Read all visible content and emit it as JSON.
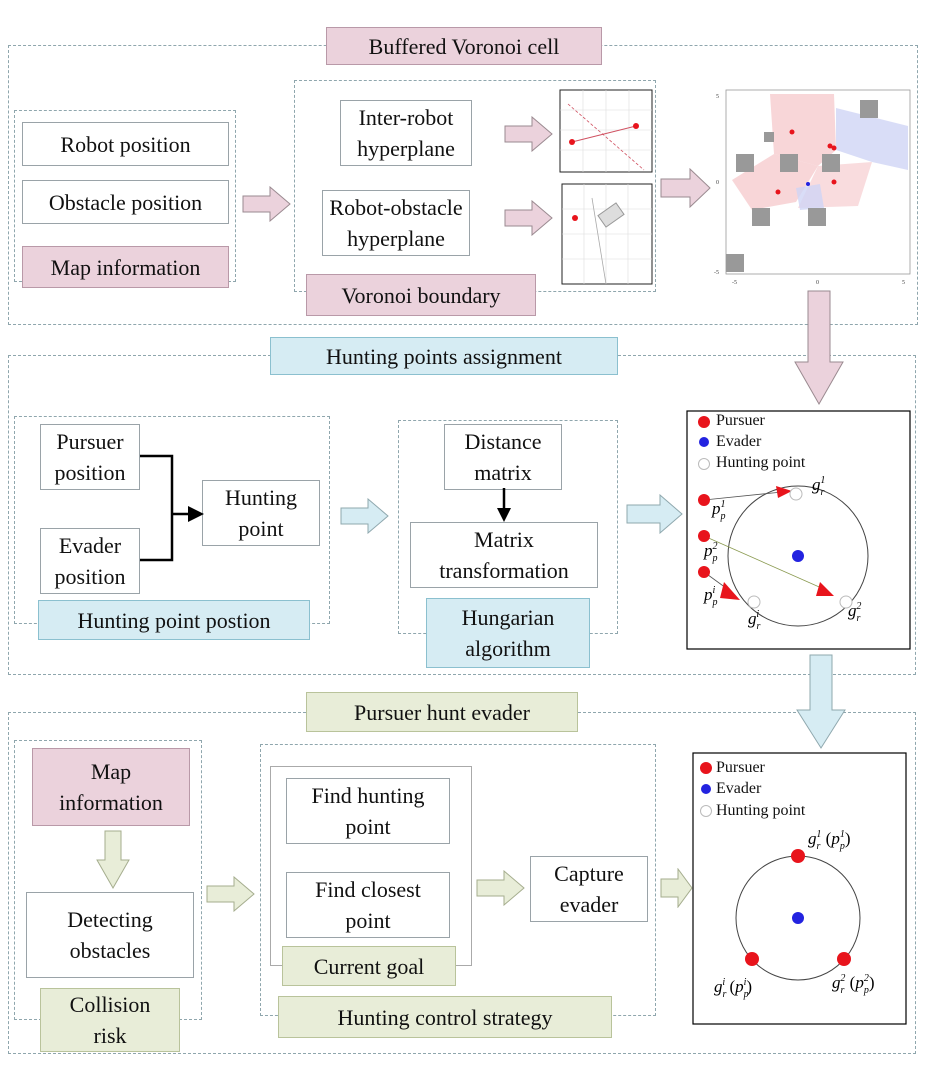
{
  "sections": {
    "voronoi": {
      "title": "Buffered Voronoi cell",
      "inputs": [
        "Robot position",
        "Obstacle position"
      ],
      "map_info": "Map information",
      "hyperplane_1": "Inter-robot hyperplane",
      "hyperplane_2": "Robot-obstacle hyperplane",
      "boundary": "Voronoi boundary"
    },
    "hunting": {
      "title": "Hunting points assignment",
      "pursuer_position": "Pursuer position",
      "evader_position": "Evader position",
      "hunting_point": "Hunting point",
      "position_label": "Hunting point postion",
      "distance_matrix": "Distance matrix",
      "matrix_transformation": "Matrix transformation",
      "hungarian": "Hungarian algorithm"
    },
    "pursuit": {
      "title": "Pursuer hunt evader",
      "map_info": "Map information",
      "detecting": "Detecting obstacles",
      "collision": "Collision risk",
      "find_hunting": "Find hunting point",
      "find_closest": "Find closest point",
      "current_goal": "Current goal",
      "capture": "Capture evader",
      "strategy": "Hunting control strategy"
    }
  },
  "legend": {
    "pursuer": "Pursuer",
    "evader": "Evader",
    "hunting_point": "Hunting point"
  },
  "colors": {
    "pursuer": "#e8141c",
    "evader": "#2323e0",
    "pink": "#ebd2dc",
    "blue": "#d6ecf3",
    "olive": "#e8edd8"
  },
  "icons": [
    "block-arrow-right-icon",
    "block-arrow-down-icon"
  ]
}
